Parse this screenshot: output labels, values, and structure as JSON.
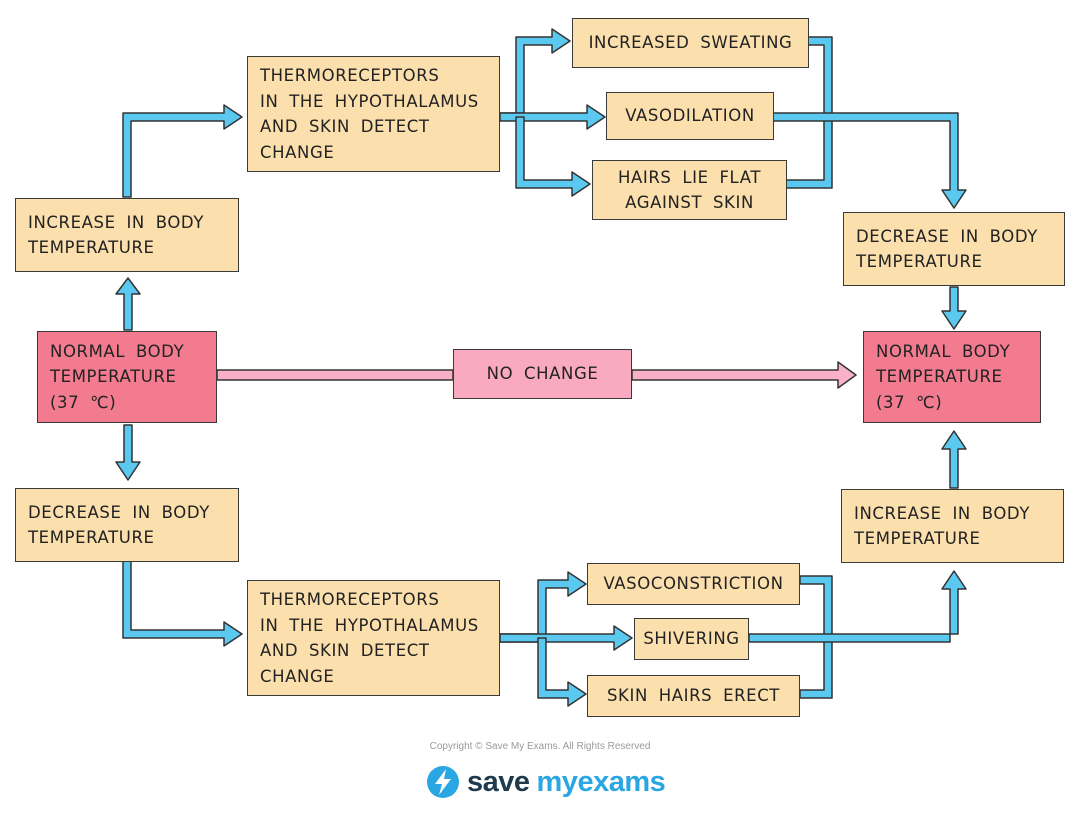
{
  "colors": {
    "arrow_blue": "#5bc8ef",
    "arrow_pink": "#f9b1c7",
    "box_fill": "#fbdfad",
    "normal_fill": "#f37b90",
    "nochange_fill": "#f9a9c0"
  },
  "normal_left": {
    "line1": "NORMAL BODY",
    "line2": "TEMPERATURE",
    "line3": "(37 ℃)"
  },
  "normal_right": {
    "line1": "NORMAL BODY",
    "line2": "TEMPERATURE",
    "line3": "(37 ℃)"
  },
  "no_change": "NO CHANGE",
  "upper": {
    "increase": {
      "line1": "INCREASE IN BODY",
      "line2": "TEMPERATURE"
    },
    "thermo": {
      "line1": "THERMORECEPTORS",
      "line2": "IN THE HYPOTHALAMUS",
      "line3": "AND SKIN DETECT",
      "line4": "CHANGE"
    },
    "responses": [
      "INCREASED SWEATING",
      "VASODILATION",
      "HAIRS LIE FLAT AGAINST SKIN"
    ],
    "result": {
      "line1": "DECREASE IN BODY",
      "line2": "TEMPERATURE"
    }
  },
  "lower": {
    "decrease": {
      "line1": "DECREASE IN BODY",
      "line2": "TEMPERATURE"
    },
    "thermo": {
      "line1": "THERMORECEPTORS",
      "line2": "IN THE HYPOTHALAMUS",
      "line3": "AND SKIN DETECT",
      "line4": "CHANGE"
    },
    "responses": [
      "VASOCONSTRICTION",
      "SHIVERING",
      "SKIN HAIRS ERECT"
    ],
    "result": {
      "line1": "INCREASE IN BODY",
      "line2": "TEMPERATURE"
    }
  },
  "footer": {
    "copyright": "Copyright © Save My Exams. All Rights Reserved",
    "logo_save": "save",
    "logo_my": "my",
    "logo_exams": "exams"
  }
}
